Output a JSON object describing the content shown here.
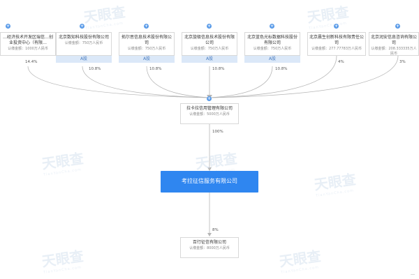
{
  "top_row": [
    {
      "name": "…经济技术开发区瑞信…创业投资中心（有限…",
      "cap": "认缴金额：1000万人民币",
      "pct": "14.4%",
      "ashare": ""
    },
    {
      "name": "北京数知科技股份有限公司",
      "cap": "认缴金额：750万人民币",
      "pct": "10.8%",
      "ashare": "A股"
    },
    {
      "name": "拓尔思信息技术股份有限公司",
      "cap": "认缴金额：750万人民币",
      "pct": "10.8%",
      "ashare": "A股"
    },
    {
      "name": "北京旋极信息技术股份有限公司",
      "cap": "认缴金额：750万人民币",
      "pct": "10.8%",
      "ashare": "A股"
    },
    {
      "name": "北京蓝色光标数据科技股份有限公司",
      "cap": "认缴金额：750万人民币",
      "pct": "10.8%",
      "ashare": "A股"
    },
    {
      "name": "北京晨生创新科技有限责任公司",
      "cap": "认缴金额：277.77783万人民币",
      "pct": "4%",
      "ashare": ""
    },
    {
      "name": "北京润安信息咨询有限公司",
      "cap": "认缴金额：208.333335万人民币",
      "pct": "3%",
      "ashare": ""
    }
  ],
  "middle": {
    "name": "拉卡拉信用管理有限公司",
    "cap": "认缴金额：5000万人民币",
    "pct": "100%"
  },
  "focus": {
    "name": "考拉征信服务有限公司"
  },
  "bottom": {
    "name": "百行征信有限公司",
    "cap": "认缴金额：8000万人民币",
    "pct": "8%"
  },
  "watermark": {
    "text": "天眼查",
    "sub": "TianYanCha.com"
  },
  "brand": {
    "text": "…"
  },
  "colors": {
    "focus": "#2f86f0",
    "line": "#b5b5b5",
    "ashare_bg": "#dbe8f8"
  }
}
